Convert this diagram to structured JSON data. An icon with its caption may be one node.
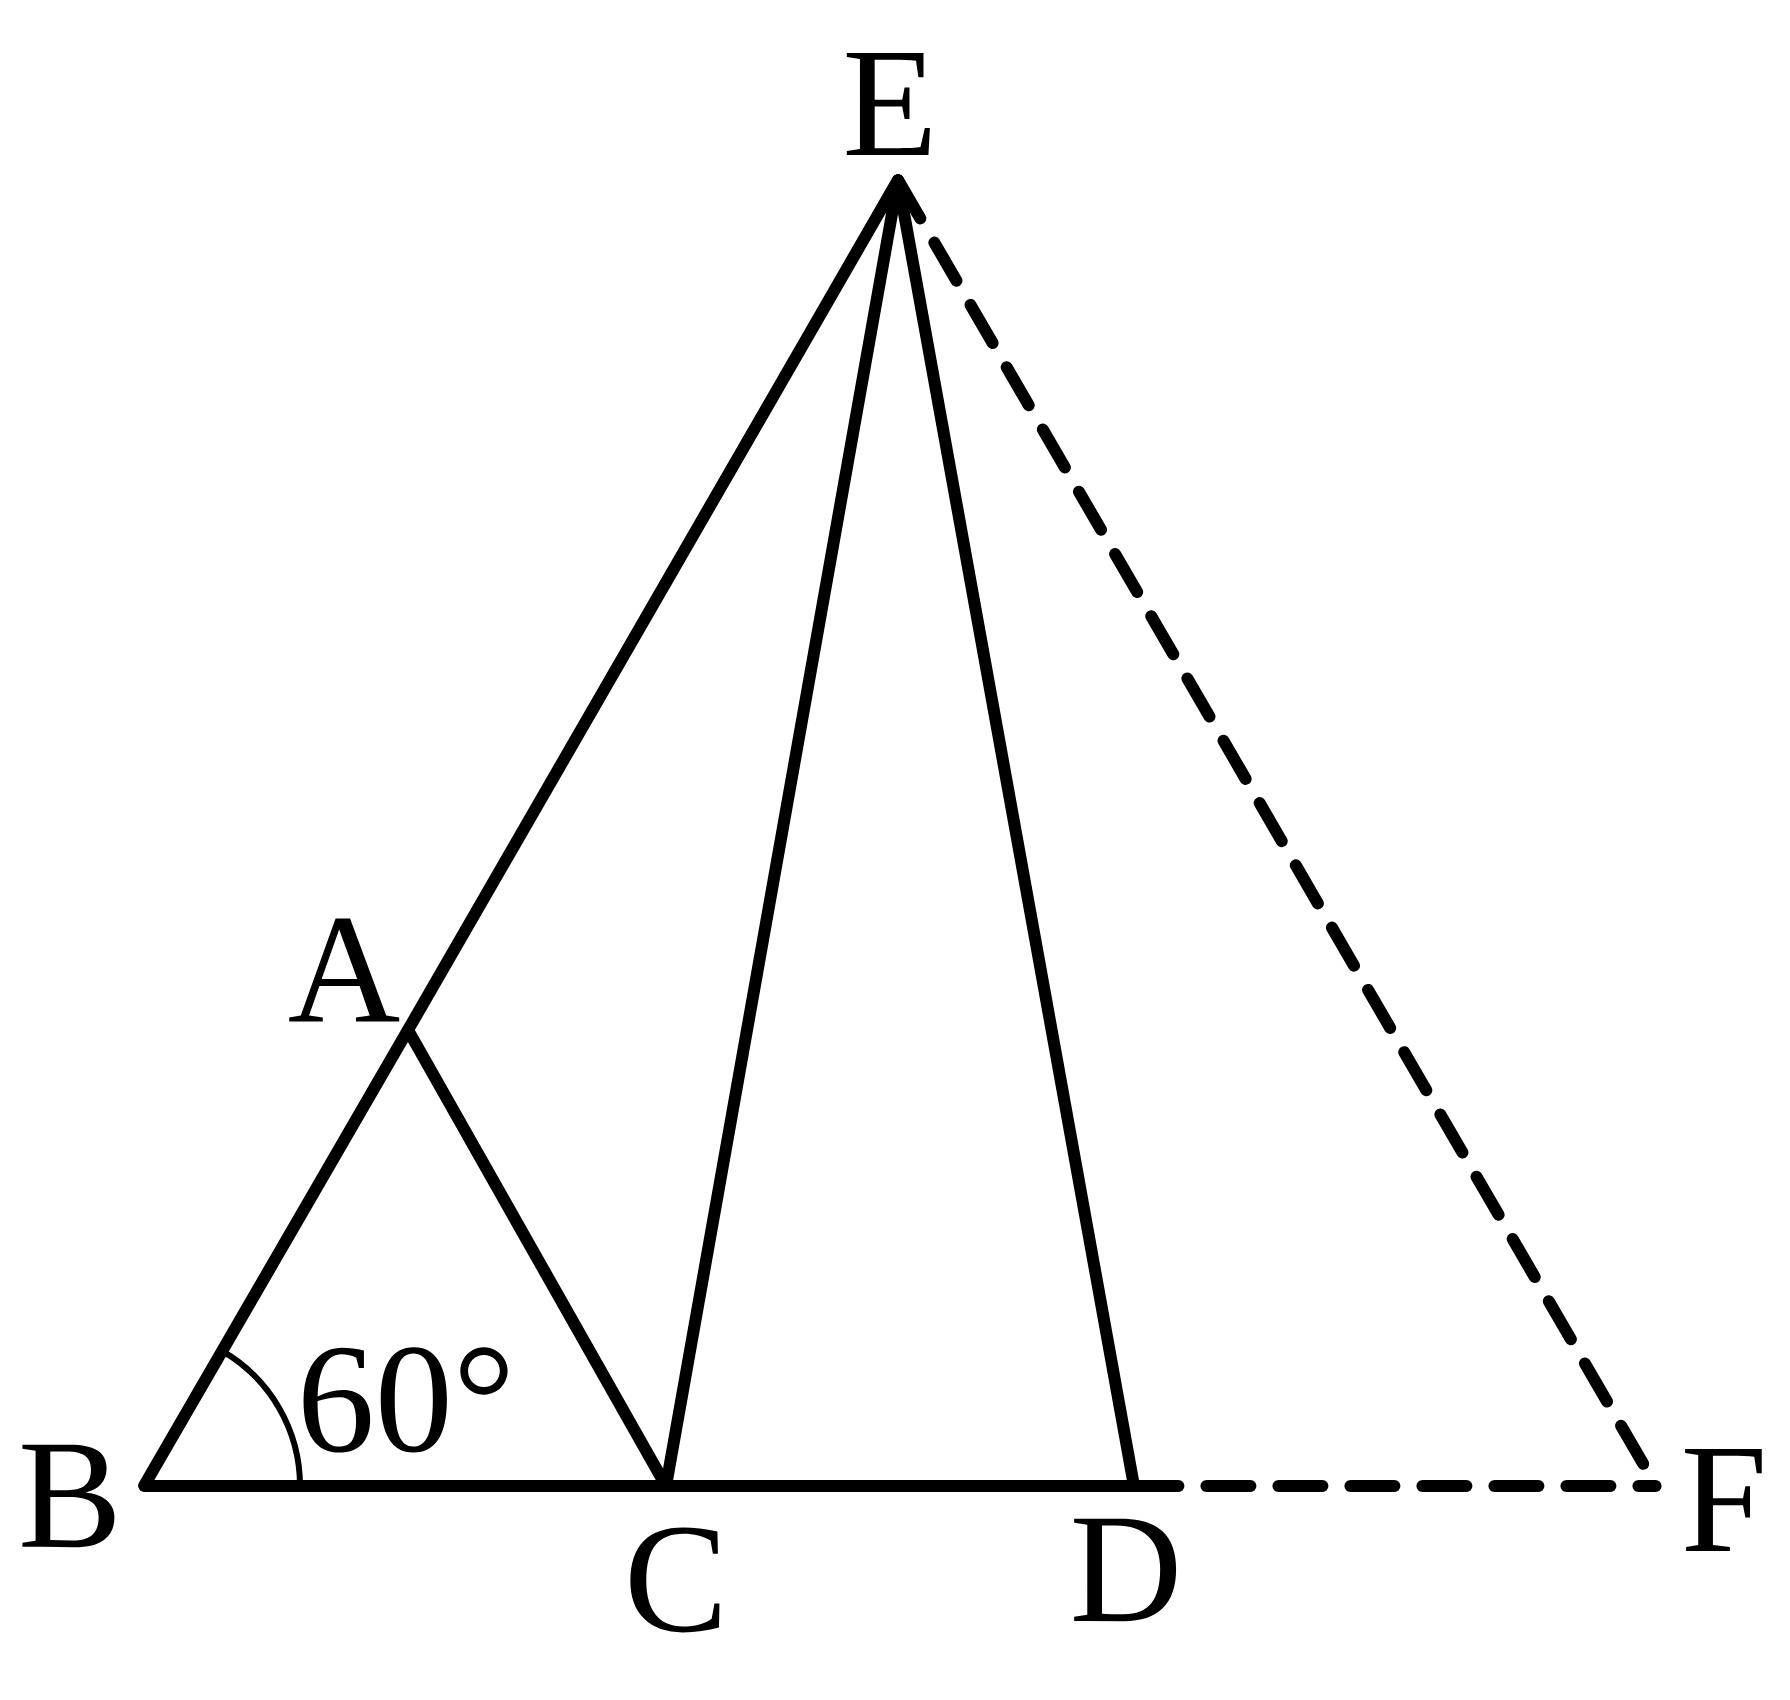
{
  "diagram": {
    "nodes": [
      {
        "text": [
          "E"
        ]
      },
      {
        "text": [
          "A"
        ]
      },
      {
        "text": [
          "B"
        ]
      },
      {
        "text": [
          "C"
        ]
      },
      {
        "text": [
          "D"
        ]
      },
      {
        "text": [
          "F"
        ]
      }
    ],
    "edges": [
      {
        "from": 2,
        "to": 1,
        "arrow": "none"
      },
      {
        "from": 1,
        "to": 0,
        "arrow": "none"
      },
      {
        "from": 1,
        "to": 3,
        "arrow": "none"
      },
      {
        "from": 2,
        "to": 3,
        "arrow": "none"
      },
      {
        "from": 3,
        "to": 4,
        "arrow": "none"
      },
      {
        "from": 3,
        "to": 0,
        "arrow": "none"
      },
      {
        "from": 4,
        "to": 0,
        "arrow": "none"
      },
      {
        "from": 0,
        "to": 5,
        "arrow": "none",
        "style": "dashed"
      },
      {
        "from": 4,
        "to": 5,
        "arrow": "none",
        "style": "dashed"
      }
    ],
    "labels": [
      "60°"
    ]
  }
}
